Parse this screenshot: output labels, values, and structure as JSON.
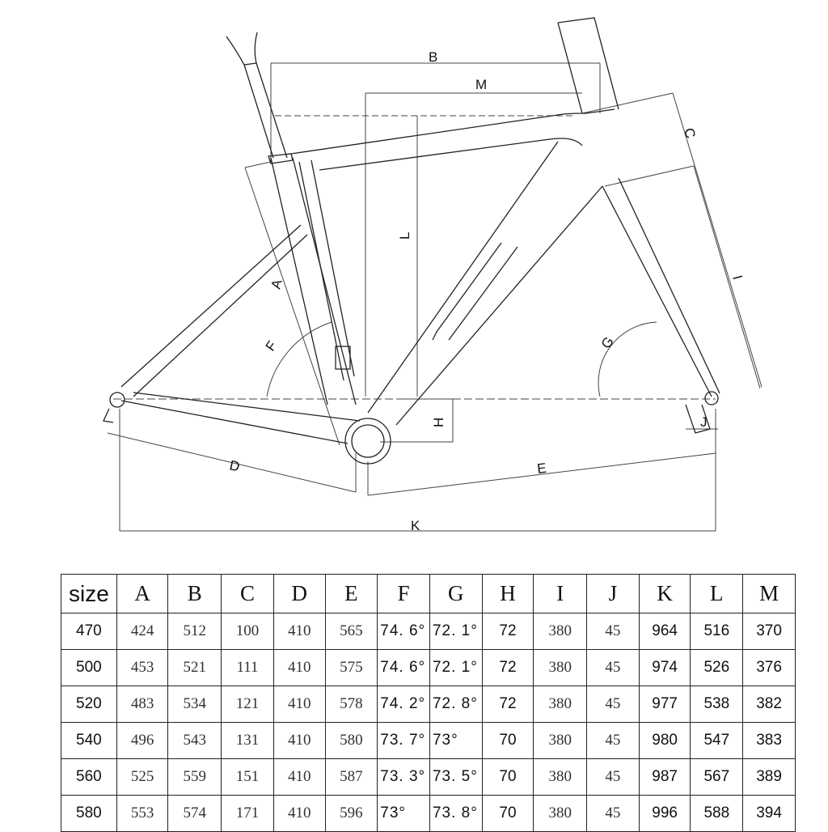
{
  "diagram": {
    "dimension_labels": [
      "A",
      "B",
      "C",
      "D",
      "E",
      "F",
      "G",
      "H",
      "I",
      "J",
      "K",
      "L",
      "M"
    ]
  },
  "table": {
    "columns": [
      "size",
      "A",
      "B",
      "C",
      "D",
      "E",
      "F",
      "G",
      "H",
      "I",
      "J",
      "K",
      "L",
      "M"
    ],
    "rows": [
      [
        "470",
        "424",
        "512",
        "100",
        "410",
        "565",
        "74. 6°",
        "72. 1°",
        "72",
        "380",
        "45",
        "964",
        "516",
        "370"
      ],
      [
        "500",
        "453",
        "521",
        "111",
        "410",
        "575",
        "74. 6°",
        "72. 1°",
        "72",
        "380",
        "45",
        "974",
        "526",
        "376"
      ],
      [
        "520",
        "483",
        "534",
        "121",
        "410",
        "578",
        "74. 2°",
        "72. 8°",
        "72",
        "380",
        "45",
        "977",
        "538",
        "382"
      ],
      [
        "540",
        "496",
        "543",
        "131",
        "410",
        "580",
        "73. 7°",
        "73°",
        "70",
        "380",
        "45",
        "980",
        "547",
        "383"
      ],
      [
        "560",
        "525",
        "559",
        "151",
        "410",
        "587",
        "73. 3°",
        "73. 5°",
        "70",
        "380",
        "45",
        "987",
        "567",
        "389"
      ],
      [
        "580",
        "553",
        "574",
        "171",
        "410",
        "596",
        "73°",
        "73. 8°",
        "70",
        "380",
        "45",
        "996",
        "588",
        "394"
      ]
    ]
  }
}
